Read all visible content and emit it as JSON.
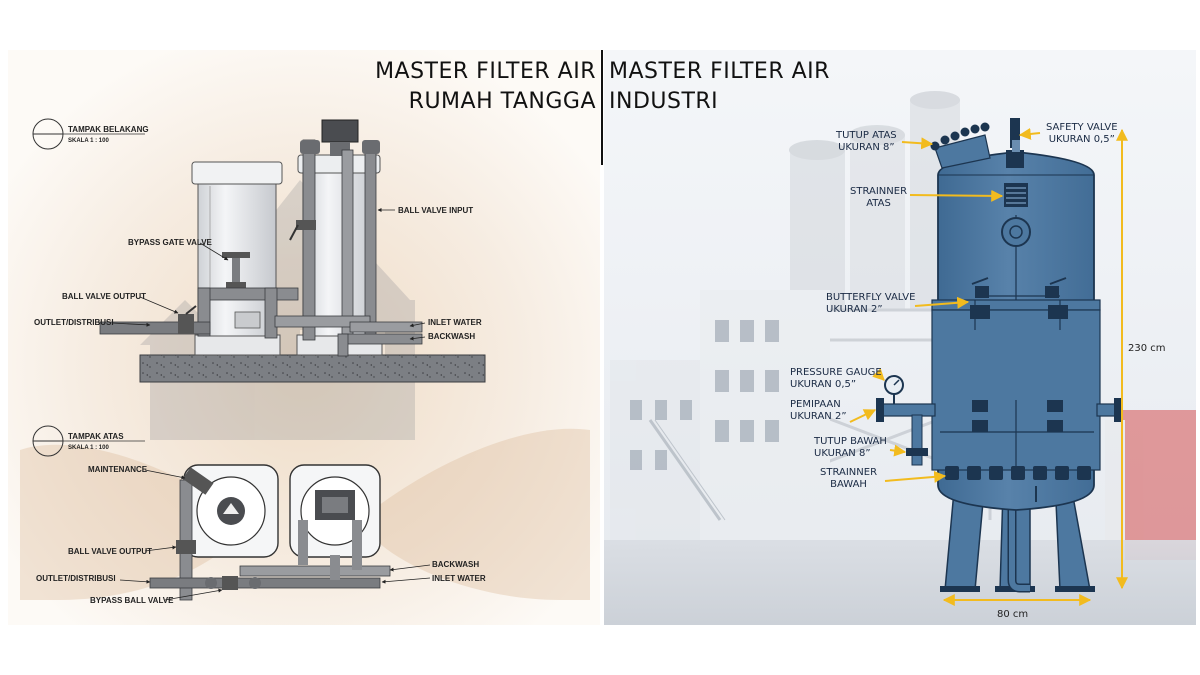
{
  "titles": {
    "left_line1": "MASTER FILTER AIR",
    "left_line2": "RUMAH TANGGA",
    "right_line1": "MASTER FILTER AIR",
    "right_line2": "INDUSTRI"
  },
  "rumah_tangga": {
    "back_view": {
      "title": "TAMPAK BELAKANG",
      "scale": "SKALA 1 : 100"
    },
    "top_view": {
      "title": "TAMPAK ATAS",
      "scale": "SKALA 1 : 100"
    },
    "back_labels": {
      "ball_valve_input": "BALL VALVE INPUT",
      "bypass_gate_valve": "BYPASS GATE VALVE",
      "ball_valve_output": "BALL VALVE OUTPUT",
      "outlet": "OUTLET/DISTRIBUSI",
      "inlet_water": "INLET WATER",
      "backwash": "BACKWASH"
    },
    "top_labels": {
      "maintenance": "MAINTENANCE",
      "ball_valve_output": "BALL VALVE OUTPUT",
      "outlet": "OUTLET/DISTRIBUSI",
      "bypass_ball_valve": "BYPASS BALL VALVE",
      "backwash": "BACKWASH",
      "inlet_water": "INLET WATER"
    }
  },
  "industri": {
    "labels": {
      "tutup_atas_1": "TUTUP ATAS",
      "tutup_atas_2": "UKURAN 8”",
      "safety_valve_1": "SAFETY VALVE",
      "safety_valve_2": "UKURAN 0,5”",
      "strainner_atas_1": "STRAINNER",
      "strainner_atas_2": "ATAS",
      "butterfly_1": "BUTTERFLY VALVE",
      "butterfly_2": "UKURAN 2”",
      "pressure_1": "PRESSURE GAUGE",
      "pressure_2": "UKURAN 0,5”",
      "pemipaan_1": "PEMIPAAN",
      "pemipaan_2": "UKURAN 2”",
      "tutup_bawah_1": "TUTUP BAWAH",
      "tutup_bawah_2": "UKURAN 8”",
      "strainner_bawah_1": "STRAINNER",
      "strainner_bawah_2": "BAWAH"
    },
    "height_label": "230 cm",
    "width_label": "80 cm"
  },
  "colors": {
    "tank_blue": "#4d78a0",
    "tank_dark": "#1c3550",
    "arrow_yellow": "#f2bb1e",
    "pipe_gray": "#8a8c90",
    "pipe_dark": "#3a3c40"
  }
}
